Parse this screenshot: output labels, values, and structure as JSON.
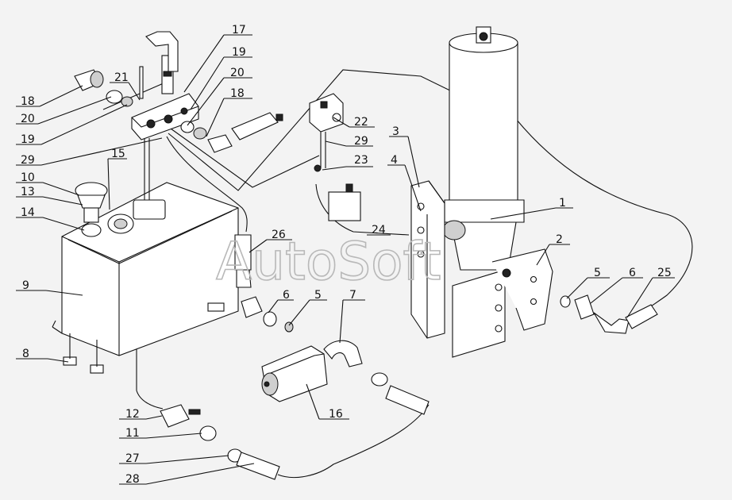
{
  "watermark": "AutoSoft",
  "labels": [
    {
      "id": "1",
      "text": "1"
    },
    {
      "id": "2",
      "text": "2"
    },
    {
      "id": "3",
      "text": "3"
    },
    {
      "id": "4",
      "text": "4"
    },
    {
      "id": "5a",
      "text": "5"
    },
    {
      "id": "5b",
      "text": "5"
    },
    {
      "id": "6a",
      "text": "6"
    },
    {
      "id": "6b",
      "text": "6"
    },
    {
      "id": "7",
      "text": "7"
    },
    {
      "id": "8",
      "text": "8"
    },
    {
      "id": "9",
      "text": "9"
    },
    {
      "id": "10",
      "text": "10"
    },
    {
      "id": "11",
      "text": "11"
    },
    {
      "id": "12",
      "text": "12"
    },
    {
      "id": "13",
      "text": "13"
    },
    {
      "id": "14",
      "text": "14"
    },
    {
      "id": "15",
      "text": "15"
    },
    {
      "id": "16",
      "text": "16"
    },
    {
      "id": "17",
      "text": "17"
    },
    {
      "id": "18a",
      "text": "18"
    },
    {
      "id": "18b",
      "text": "18"
    },
    {
      "id": "19a",
      "text": "19"
    },
    {
      "id": "19b",
      "text": "19"
    },
    {
      "id": "20a",
      "text": "20"
    },
    {
      "id": "20b",
      "text": "20"
    },
    {
      "id": "21",
      "text": "21"
    },
    {
      "id": "22",
      "text": "22"
    },
    {
      "id": "23",
      "text": "23"
    },
    {
      "id": "24",
      "text": "24"
    },
    {
      "id": "25",
      "text": "25"
    },
    {
      "id": "26",
      "text": "26"
    },
    {
      "id": "27",
      "text": "27"
    },
    {
      "id": "28",
      "text": "28"
    },
    {
      "id": "29a",
      "text": "29"
    },
    {
      "id": "29b",
      "text": "29"
    }
  ]
}
